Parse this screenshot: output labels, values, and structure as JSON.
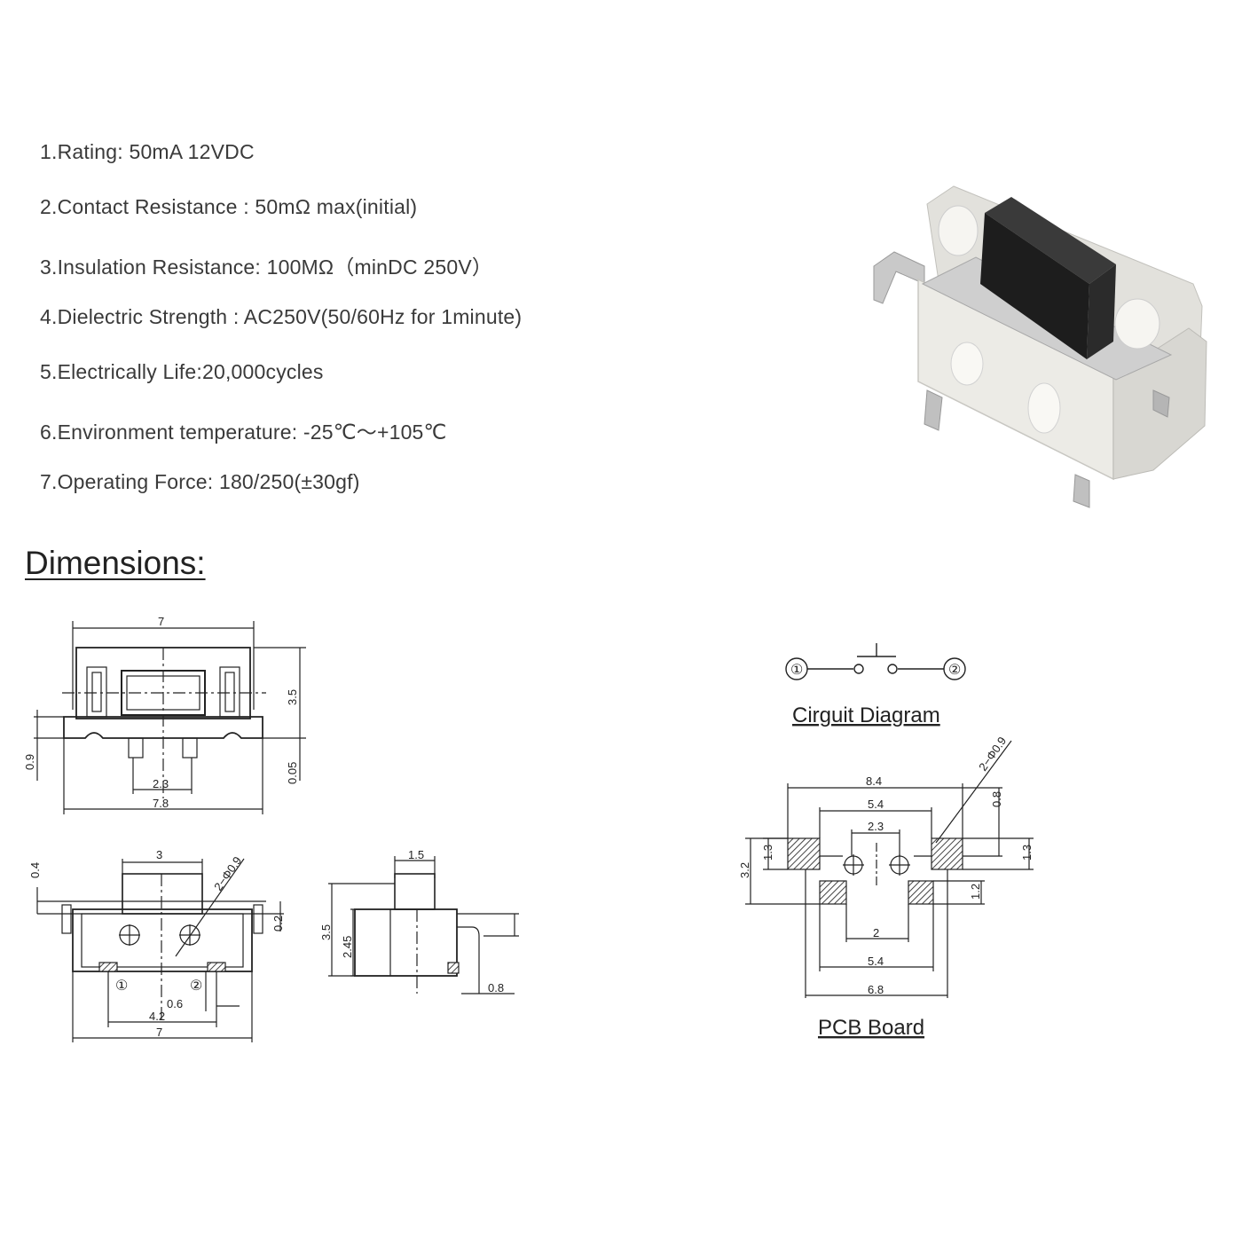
{
  "specs": [
    "1.Rating: 50mA 12VDC",
    "2.Contact Resistance : 50mΩ max(initial)",
    "3.Insulation Resistance: 100MΩ（minDC 250V）",
    "4.Dielectric Strength : AC250V(50/60Hz for 1minute)",
    "5.Electrically Life:20,000cycles",
    "6.Environment temperature: -25℃～+105℃",
    "7.Operating Force: 180/250(±30gf)"
  ],
  "dimensions_heading": "Dimensions:",
  "top_view": {
    "width": "7",
    "height": "3.5",
    "left_offset": "0.9",
    "right_offset": "0.05",
    "pin_pitch": "2.3",
    "overall": "7.8"
  },
  "front_view": {
    "top": "3",
    "hole": "2−Φ0.9",
    "side": "0.2",
    "pin1": "①",
    "pin2": "②",
    "gap": "0.6",
    "pitch": "4.2",
    "width": "7",
    "left": "0.4"
  },
  "side_view": {
    "top": "1.5",
    "height_a": "3.5",
    "height_b": "2.45",
    "tail": "0.8"
  },
  "circuit": {
    "caption": "Cirguit Diagram",
    "node1": "①",
    "node2": "②"
  },
  "pcb": {
    "caption": "PCB Board",
    "hole": "2−Φ0.9",
    "w1": "8.4",
    "w2": "5.4",
    "w3": "2.3",
    "h_right": "0.8",
    "h_pad": "1.3",
    "h_total": "3.2",
    "pad_h2": "1.2",
    "pad_r": "1.3",
    "bottom1": "2",
    "bottom2": "5.4",
    "bottom3": "6.8"
  },
  "colors": {
    "switch_body": "#e6e6e2",
    "switch_button": "#1c1c1c",
    "switch_metal": "#b8b8b8"
  }
}
